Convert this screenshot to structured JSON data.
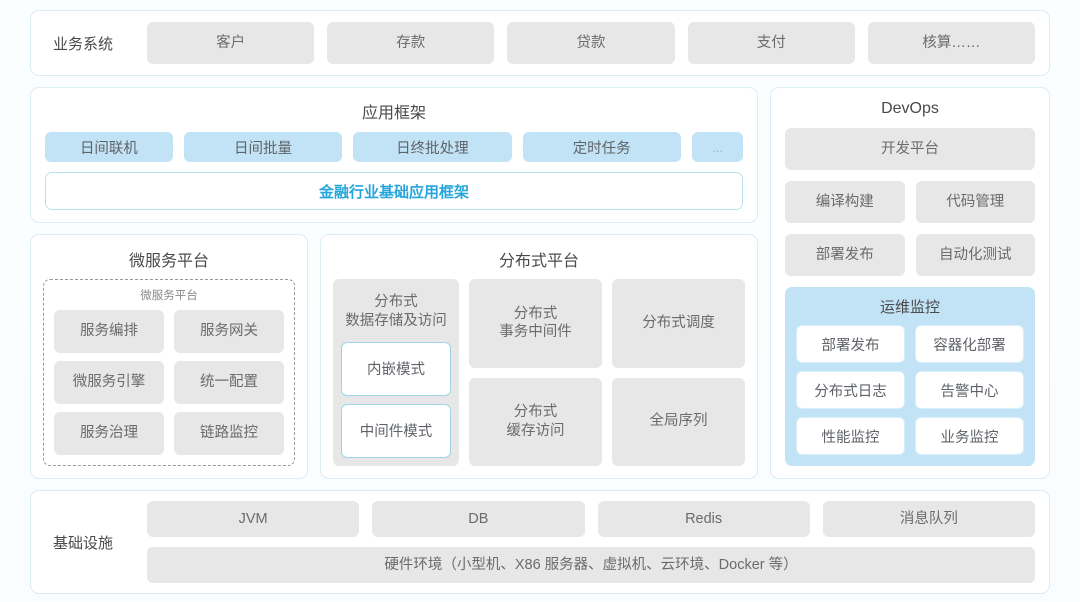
{
  "business_row": {
    "label": "业务系统",
    "items": [
      "客户",
      "存款",
      "贷款",
      "支付",
      "核算……"
    ]
  },
  "app_framework": {
    "title": "应用框架",
    "tags": [
      "日间联机",
      "日间批量",
      "日终批处理",
      "定时任务",
      "..."
    ],
    "foundation_bar": "金融行业基础应用框架"
  },
  "microservice": {
    "title": "微服务平台",
    "inner_title": "微服务平台",
    "items": [
      "服务编排",
      "服务网关",
      "微服务引擎",
      "统一配置",
      "服务治理",
      "链路监控"
    ]
  },
  "distributed": {
    "title": "分布式平台",
    "storage_group": {
      "label": "分布式\n数据存储及访问",
      "label_line1": "分布式",
      "label_line2": "数据存储及访问",
      "modes": [
        "内嵌模式",
        "中间件模式"
      ]
    },
    "cells": [
      {
        "line1": "分布式",
        "line2": "事务中间件"
      },
      {
        "line1": "分布式调度",
        "line2": ""
      },
      {
        "line1": "分布式",
        "line2": "缓存访问"
      },
      {
        "line1": "全局序列",
        "line2": ""
      }
    ]
  },
  "devops": {
    "title": "DevOps",
    "platform": "开发平台",
    "pairs": [
      "编译构建",
      "代码管理",
      "部署发布",
      "自动化测试"
    ],
    "ops_monitor": {
      "title": "运维监控",
      "items": [
        "部署发布",
        "容器化部署",
        "分布式日志",
        "告警中心",
        "性能监控",
        "业务监控"
      ]
    }
  },
  "infrastructure": {
    "label": "基础设施",
    "items": [
      "JVM",
      "DB",
      "Redis",
      "消息队列"
    ],
    "hardware": "硬件环境（小型机、X86 服务器、虚拟机、云环境、Docker 等）"
  },
  "colors": {
    "panel_border": "#dcedf3",
    "gray_card": "#e7e7e7",
    "blue_card": "#c2e3f5",
    "accent_text": "#26a6dc",
    "body_text": "#5f6368"
  }
}
